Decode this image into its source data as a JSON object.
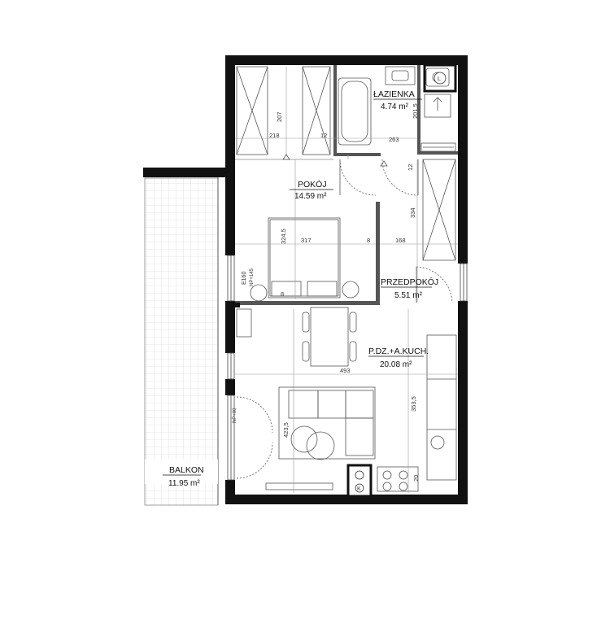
{
  "rooms": {
    "lazienka": {
      "name": "ŁAZIENKA",
      "area": "4.74 m²"
    },
    "pokoj": {
      "name": "POKÓJ",
      "area": "14.59 m²"
    },
    "przedpokoj": {
      "name": "PRZEDPOKÓJ",
      "area": "5.51 m²"
    },
    "kuchnia": {
      "name": "P.DZ.+A.KUCH.",
      "area": "20.08 m²"
    },
    "balkon": {
      "name": "BALKON",
      "area": "11.95 m²"
    }
  },
  "dimensions": {
    "d207": "207",
    "d218": "218",
    "d12a": "12",
    "d263": "263",
    "d201_5": "201,5",
    "d12b": "12",
    "d334": "334",
    "d324_5": "324,5",
    "d317": "317",
    "d8a": "8",
    "d168": "168",
    "d8b": "8",
    "d493": "493",
    "d353_5": "353,5",
    "d423_5": "423,5",
    "d20": "20"
  },
  "symbols": {
    "e160": "E160",
    "np145": "NP+145",
    "np00": "NP+00",
    "l_mark": "L",
    "k_mark": "K"
  }
}
